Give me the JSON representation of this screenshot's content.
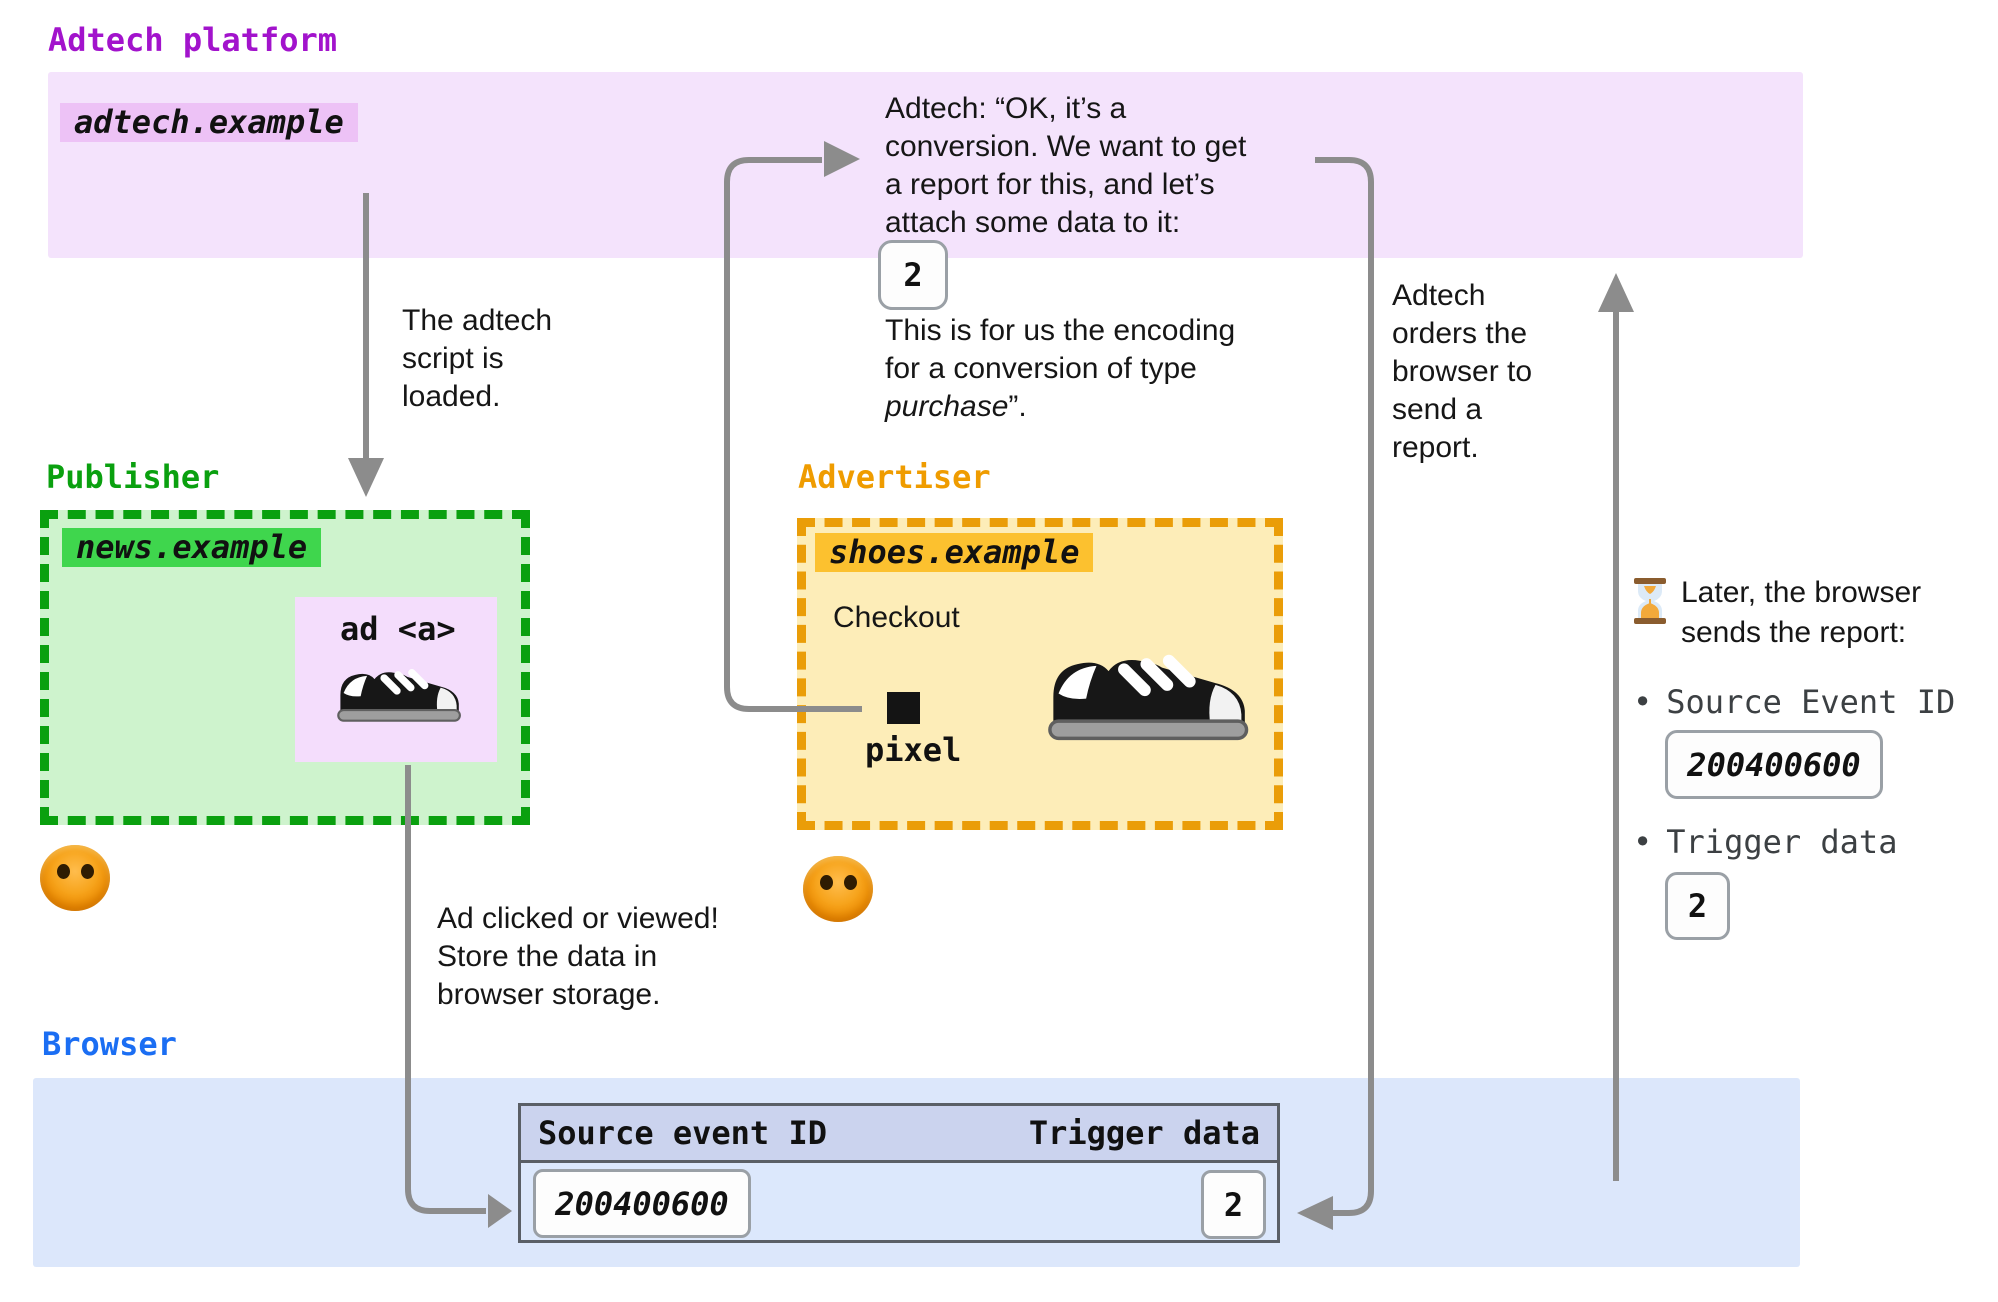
{
  "adtech": {
    "label": "Adtech platform",
    "domain": "adtech.example"
  },
  "publisher": {
    "label": "Publisher",
    "domain": "news.example",
    "ad_label": "ad <a>"
  },
  "advertiser": {
    "label": "Advertiser",
    "domain": "shoes.example",
    "checkout": "Checkout",
    "pixel": "pixel"
  },
  "browser": {
    "label": "Browser"
  },
  "storage_table": {
    "headers": [
      "Source event ID",
      "Trigger data"
    ],
    "source_event_id": "200400600",
    "trigger_data": "2"
  },
  "annotations": {
    "script_loaded": "The adtech\nscript is\nloaded.",
    "conversion_speech": "Adtech: “OK, it’s a\nconversion. We want to get\na report for this, and let’s\nattach some data to it:",
    "trigger_value": "2",
    "encoding_lines": "This is for us the encoding\nfor a conversion of type",
    "encoding_italic": "purchase",
    "encoding_tail": "”.",
    "ad_clicked": "Ad clicked or viewed!\nStore the data in\nbrowser storage.",
    "order_report": "Adtech\norders the\nbrowser to\nsend a\nreport.",
    "later": "Later, the browser\nsends the report:",
    "bullet": "•",
    "report_items": [
      {
        "label": "Source Event ID",
        "value": "200400600"
      },
      {
        "label": "Trigger data",
        "value": "2"
      }
    ]
  },
  "colors": {
    "adtech_label": "#a213cc",
    "adtech_band": "#f4e3fc",
    "adtech_badge": "#edc2f6",
    "publisher_label": "#0aa00f",
    "publisher_fill": "#cef3cd",
    "publisher_badge": "#3fd64d",
    "ad_box": "#f4ddfc",
    "advertiser_label": "#ef9c00",
    "advertiser_fill": "#fdedb8",
    "advertiser_badge": "#fcc12f",
    "browser_label": "#1b6ef3",
    "browser_band": "#dce7fb",
    "table_header": "#cbd3ee",
    "arrow": "#8c8c8c"
  }
}
